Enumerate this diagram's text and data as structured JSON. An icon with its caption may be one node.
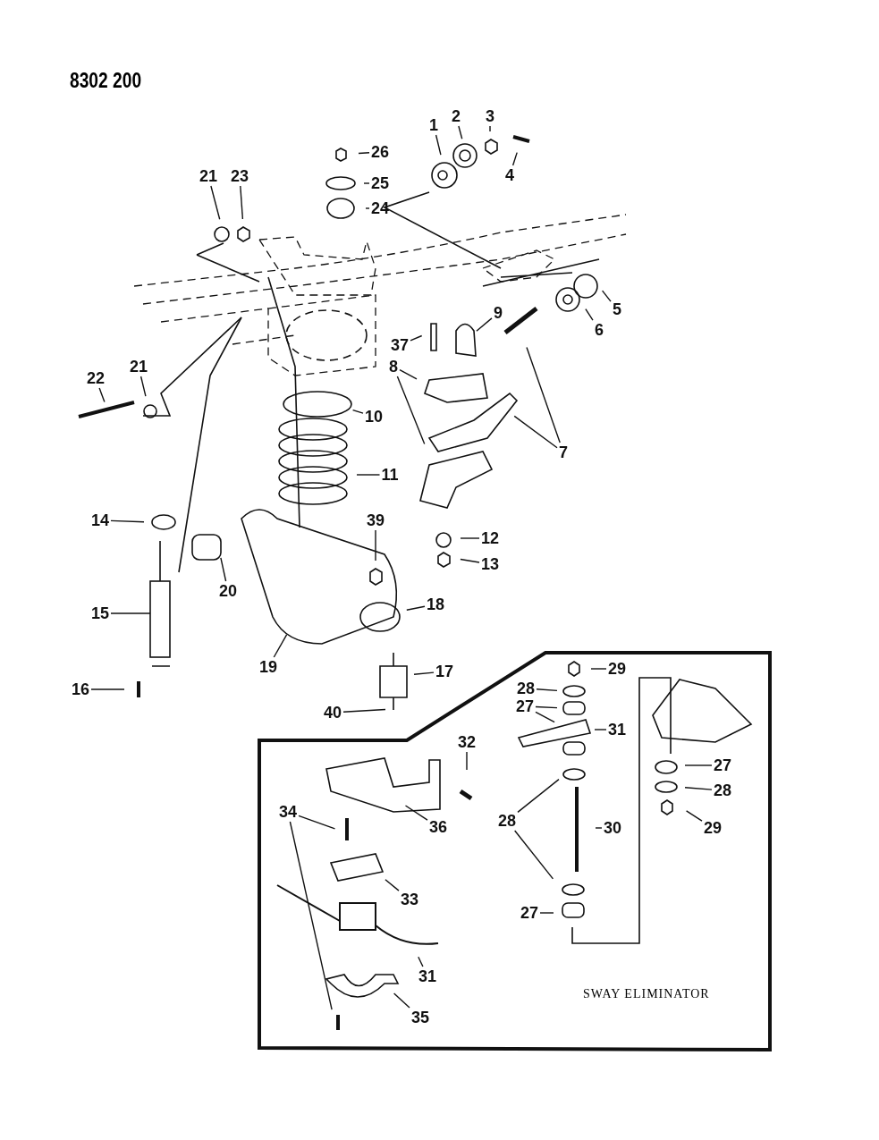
{
  "diagram": {
    "title": "8302 200",
    "nodes": [
      {
        "text": [
          "1"
        ]
      },
      {
        "text": [
          "2"
        ]
      },
      {
        "text": [
          "3"
        ]
      },
      {
        "text": [
          "4"
        ]
      },
      {
        "text": [
          "26"
        ]
      },
      {
        "text": [
          "21"
        ]
      },
      {
        "text": [
          "23"
        ]
      },
      {
        "text": [
          "25"
        ]
      },
      {
        "text": [
          "24"
        ]
      },
      {
        "text": [
          "5"
        ]
      },
      {
        "text": [
          "6"
        ]
      },
      {
        "text": [
          "9"
        ]
      },
      {
        "text": [
          "37"
        ]
      },
      {
        "text": [
          "8"
        ]
      },
      {
        "text": [
          "22"
        ]
      },
      {
        "text": [
          "21"
        ]
      },
      {
        "text": [
          "10"
        ]
      },
      {
        "text": [
          "7"
        ]
      },
      {
        "text": [
          "11"
        ]
      },
      {
        "text": [
          "14"
        ]
      },
      {
        "text": [
          "39"
        ]
      },
      {
        "text": [
          "12"
        ]
      },
      {
        "text": [
          "13"
        ]
      },
      {
        "text": [
          "20"
        ]
      },
      {
        "text": [
          "15"
        ]
      },
      {
        "text": [
          "18"
        ]
      },
      {
        "text": [
          "19"
        ]
      },
      {
        "text": [
          "17"
        ]
      },
      {
        "text": [
          "16"
        ]
      },
      {
        "text": [
          "40"
        ]
      },
      {
        "text": [
          "SWAY ELIMINATOR"
        ]
      },
      {
        "text": [
          "29"
        ],
        "in": 30
      },
      {
        "text": [
          "28"
        ],
        "in": 30
      },
      {
        "text": [
          "27"
        ],
        "in": 30
      },
      {
        "text": [
          "31"
        ],
        "in": 30
      },
      {
        "text": [
          "32"
        ],
        "in": 30
      },
      {
        "text": [
          "27"
        ],
        "in": 30
      },
      {
        "text": [
          "28"
        ],
        "in": 30
      },
      {
        "text": [
          "30"
        ],
        "in": 30
      },
      {
        "text": [
          "28"
        ],
        "in": 30
      },
      {
        "text": [
          "36"
        ],
        "in": 30
      },
      {
        "text": [
          "34"
        ],
        "in": 30
      },
      {
        "text": [
          "29"
        ],
        "in": 30
      },
      {
        "text": [
          "33"
        ],
        "in": 30
      },
      {
        "text": [
          "27"
        ],
        "in": 30
      },
      {
        "text": [
          "31"
        ],
        "in": 30
      },
      {
        "text": [
          "35"
        ],
        "in": 30
      }
    ],
    "edges": [
      {
        "from": 0,
        "to": null,
        "arrow": "none"
      },
      {
        "from": 1,
        "to": null,
        "arrow": "none"
      },
      {
        "from": 2,
        "to": null,
        "arrow": "none"
      },
      {
        "from": 3,
        "to": null,
        "arrow": "none"
      },
      {
        "from": 4,
        "to": null,
        "arrow": "none"
      },
      {
        "from": 5,
        "to": null,
        "arrow": "none"
      },
      {
        "from": 6,
        "to": null,
        "arrow": "none"
      },
      {
        "from": 7,
        "to": null,
        "arrow": "none"
      },
      {
        "from": 8,
        "to": null,
        "arrow": "none"
      },
      {
        "from": 9,
        "to": null,
        "arrow": "none"
      },
      {
        "from": 10,
        "to": null,
        "arrow": "none"
      },
      {
        "from": 11,
        "to": null,
        "arrow": "none"
      },
      {
        "from": 12,
        "to": null,
        "arrow": "none"
      },
      {
        "from": 13,
        "to": null,
        "arrow": "none"
      },
      {
        "from": 13,
        "to": null,
        "arrow": "none"
      },
      {
        "from": 14,
        "to": null,
        "arrow": "none"
      },
      {
        "from": 15,
        "to": null,
        "arrow": "none"
      },
      {
        "from": 16,
        "to": null,
        "arrow": "none"
      },
      {
        "from": 17,
        "to": null,
        "arrow": "none"
      },
      {
        "from": 17,
        "to": null,
        "arrow": "none"
      },
      {
        "from": 18,
        "to": null,
        "arrow": "none"
      },
      {
        "from": 19,
        "to": null,
        "arrow": "none"
      },
      {
        "from": 20,
        "to": null,
        "arrow": "none"
      },
      {
        "from": 21,
        "to": null,
        "arrow": "none"
      },
      {
        "from": 22,
        "to": null,
        "arrow": "none"
      },
      {
        "from": 23,
        "to": null,
        "arrow": "none"
      },
      {
        "from": 24,
        "to": null,
        "arrow": "none"
      },
      {
        "from": 25,
        "to": null,
        "arrow": "none"
      },
      {
        "from": 26,
        "to": null,
        "arrow": "none"
      },
      {
        "from": 27,
        "to": null,
        "arrow": "none"
      },
      {
        "from": 28,
        "to": null,
        "arrow": "none"
      },
      {
        "from": 29,
        "to": null,
        "arrow": "none"
      },
      {
        "from": 31,
        "to": null,
        "arrow": "none"
      },
      {
        "from": 32,
        "to": null,
        "arrow": "none"
      },
      {
        "from": 33,
        "to": null,
        "arrow": "none"
      },
      {
        "from": 33,
        "to": null,
        "arrow": "none"
      },
      {
        "from": 34,
        "to": null,
        "arrow": "none"
      },
      {
        "from": 35,
        "to": null,
        "arrow": "none"
      },
      {
        "from": 36,
        "to": null,
        "arrow": "none"
      },
      {
        "from": 37,
        "to": null,
        "arrow": "none"
      },
      {
        "from": 37,
        "to": null,
        "arrow": "none"
      },
      {
        "from": 38,
        "to": null,
        "arrow": "none"
      },
      {
        "from": 39,
        "to": null,
        "arrow": "none"
      },
      {
        "from": 40,
        "to": null,
        "arrow": "none"
      },
      {
        "from": 41,
        "to": null,
        "arrow": "none"
      },
      {
        "from": 41,
        "to": null,
        "arrow": "none"
      },
      {
        "from": 42,
        "to": null,
        "arrow": "none"
      },
      {
        "from": 43,
        "to": null,
        "arrow": "none"
      },
      {
        "from": 44,
        "to": null,
        "arrow": "none"
      },
      {
        "from": 45,
        "to": null,
        "arrow": "none"
      },
      {
        "from": 46,
        "to": null,
        "arrow": "none"
      }
    ]
  }
}
